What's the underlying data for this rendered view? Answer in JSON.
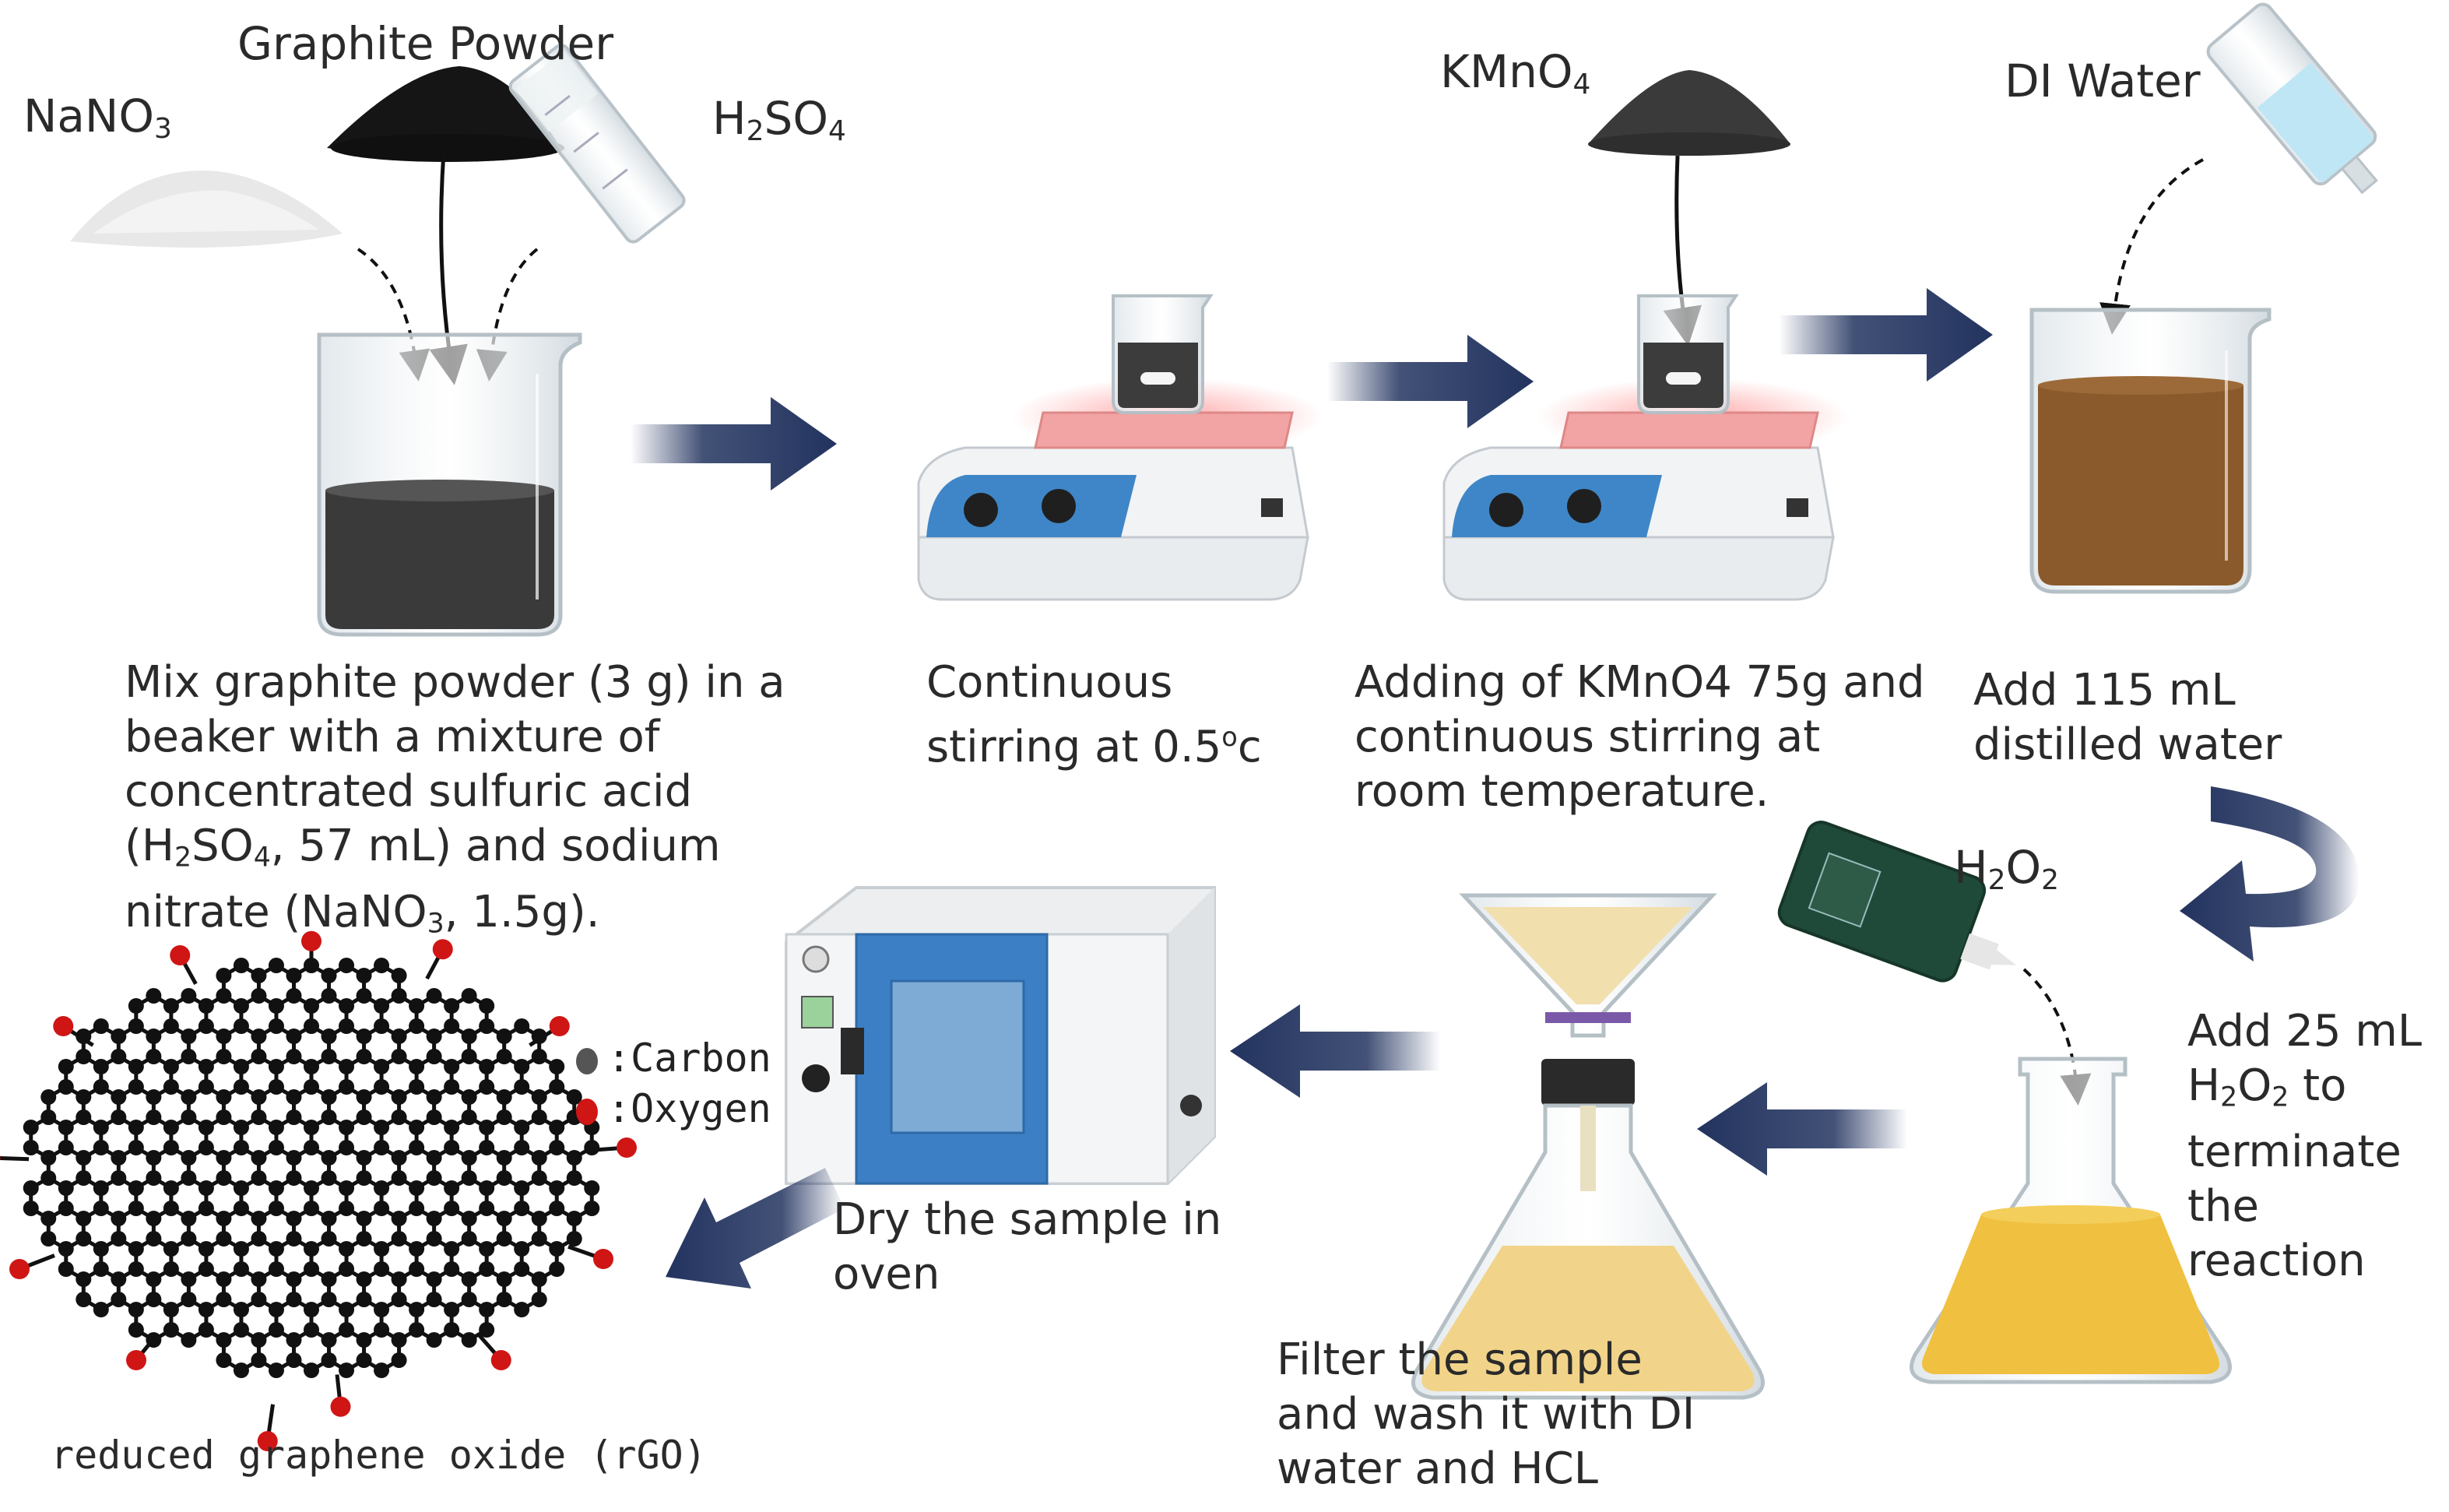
{
  "reagents": {
    "nano3": "NaNO3",
    "graphite": "Graphite Powder",
    "h2so4": "H2SO4",
    "kmno4": "KMnO4",
    "di_water": "DI Water",
    "h2o2": "H2O2"
  },
  "steps": [
    {
      "caption": "Mix graphite powder (3 g) in a beaker with a mixture of concentrated sulfuric acid (H2SO4, 57 mL) and sodium nitrate (NaNO3, 1.5g)."
    },
    {
      "caption": "Continuous stirring at 0.5°c"
    },
    {
      "caption": "Adding of KMnO4 75g and continuous stirring at room temperature."
    },
    {
      "caption": "Add 115 mL distilled water"
    },
    {
      "caption": "Add 25 mL H2O2 to terminate the reaction"
    },
    {
      "caption": "Filter the sample and wash it with DI water and HCL"
    },
    {
      "caption": "Dry the sample in oven"
    },
    {
      "caption": "reduced graphene oxide (rGO)"
    }
  ],
  "legend": [
    {
      "label": "Carbon",
      "color": "#555555"
    },
    {
      "label": "Oxygen",
      "color": "#d01515"
    }
  ],
  "colors": {
    "arrow": "#22335f",
    "dark_slurry": "#3c3c3c",
    "brown_slurry": "#8a5a2c",
    "yellow_liquid": "#f0c040",
    "hotplate_top": "#f0a6a6",
    "hotplate_panel": "#3f86c8",
    "oven_door": "#3d7fc4"
  }
}
